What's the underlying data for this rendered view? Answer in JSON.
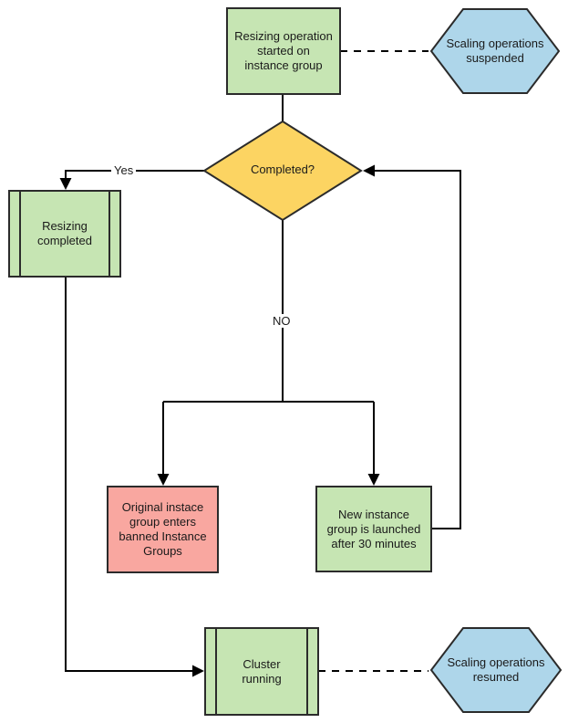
{
  "colors": {
    "process_green": "#c6e5b3",
    "decision_yellow": "#fcd462",
    "error_red": "#f9a7a0",
    "terminal_blue": "#aed6ea",
    "shape_stroke": "#2b2b2b",
    "edge_black": "#000000"
  },
  "nodes": {
    "resizing_started": {
      "label": "Resizing operation\nstarted on\ninstance group"
    },
    "scaling_suspended": {
      "label": "Scaling operations\nsuspended"
    },
    "completed": {
      "label": "Completed?"
    },
    "resizing_completed": {
      "label": "Resizing\ncompleted"
    },
    "banned_group": {
      "label": "Original instace\ngroup enters\nbanned Instance\nGroups"
    },
    "new_group": {
      "label": "New instance\ngroup is launched\nafter 30 minutes"
    },
    "cluster_running": {
      "label": "Cluster\nrunning"
    },
    "scaling_resumed": {
      "label": "Scaling operations\nresumed"
    }
  },
  "edges": {
    "yes_label": "Yes",
    "no_label": "NO"
  }
}
